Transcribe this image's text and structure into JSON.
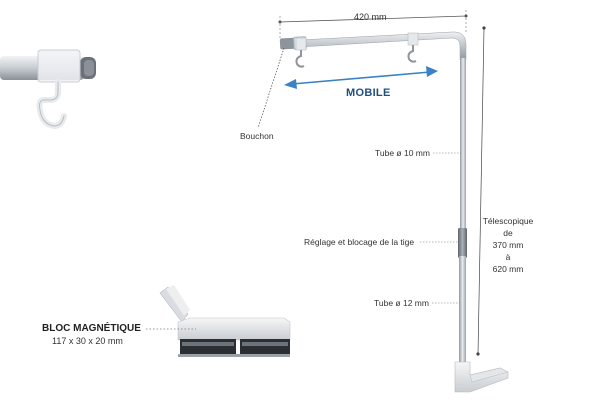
{
  "dimensions": {
    "width_label": "420 mm"
  },
  "labels": {
    "mobile": "MOBILE",
    "bouchon": "Bouchon",
    "tube_10": "Tube ø 10 mm",
    "tube_12": "Tube ø 12 mm",
    "reglage": "Réglage et blocage de la tige",
    "telescopic": {
      "line1": "Télescopique",
      "line2": "de",
      "line3": "370 mm",
      "line4": "à",
      "line5": "620 mm"
    },
    "bloc_title": "BLOC MAGNÉTIQUE",
    "bloc_dims": "117 x 30 x 20 mm"
  },
  "colors": {
    "tube": "#b9bfc5",
    "tube_dark": "#8e959c",
    "arrow": "#3b82c4",
    "mobile_text": "#1f4f80",
    "cap": "#6b7178"
  }
}
